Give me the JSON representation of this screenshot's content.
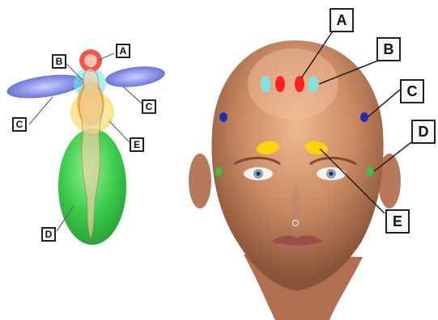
{
  "left_labels": {
    "a": "A",
    "b": "B",
    "c_right": "C",
    "c_left": "C",
    "e": "E",
    "d": "D"
  },
  "right_labels": {
    "a": "A",
    "b": "B",
    "c": "C",
    "d": "D",
    "e": "E"
  },
  "colors": {
    "a": "#e53935",
    "b": "#7fe3e8",
    "c": "#1b2fb8",
    "d": "#39c23a",
    "e": "#ffd400",
    "wings": "#5d67d6",
    "body_green": "#28c840"
  }
}
